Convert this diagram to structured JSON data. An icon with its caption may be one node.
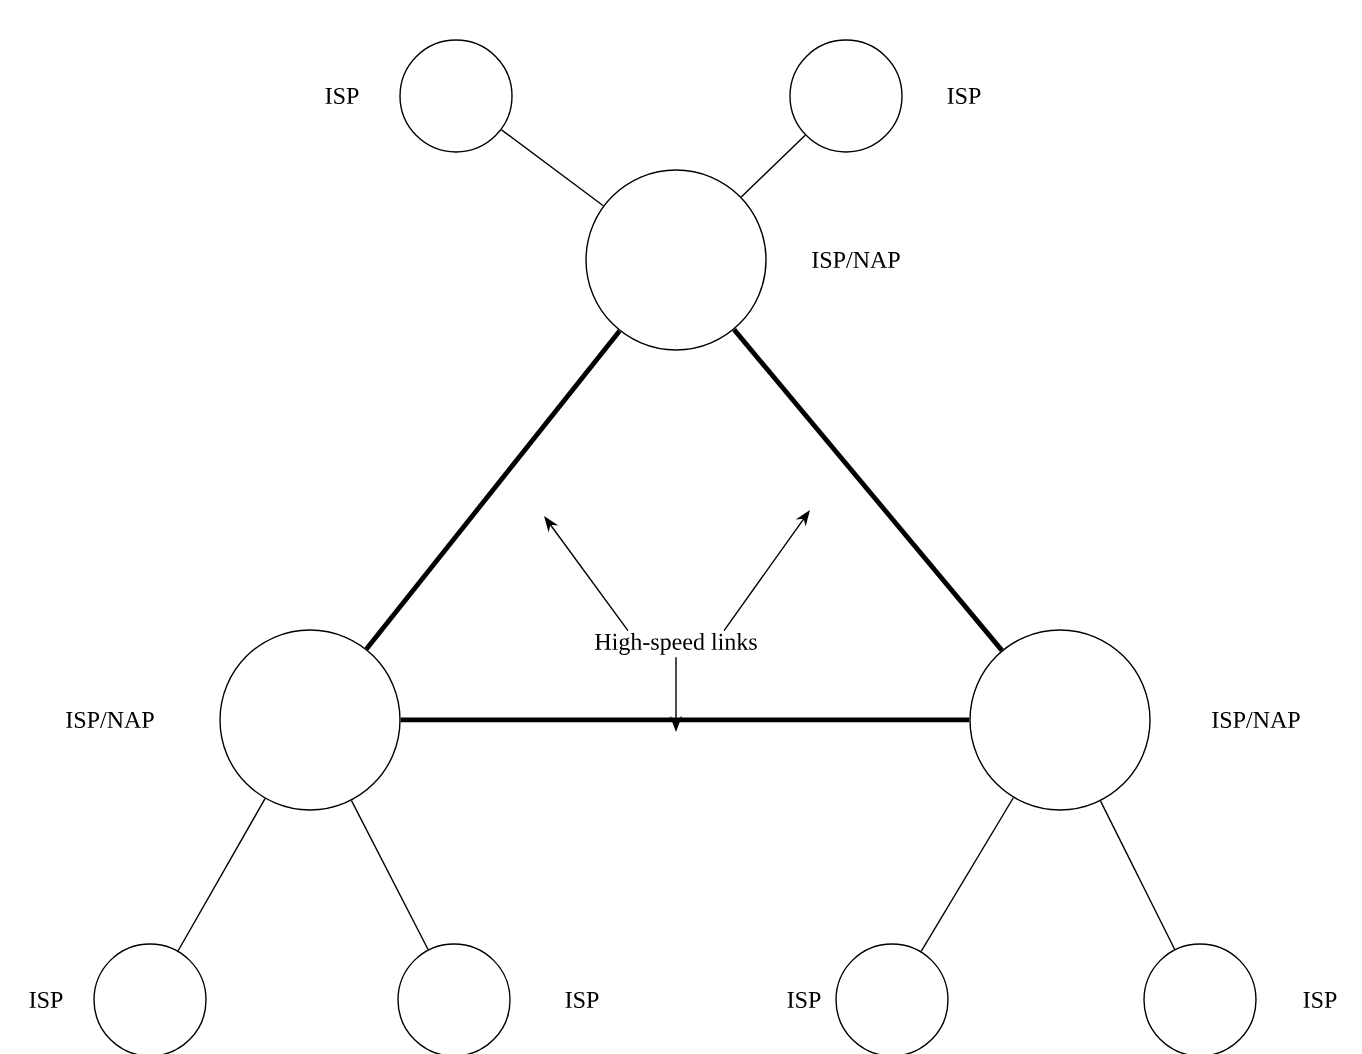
{
  "diagram": {
    "nodes": [
      {
        "text": [],
        "shape": "circle",
        "beside": [
          "ISP"
        ]
      },
      {
        "text": [],
        "shape": "circle",
        "beside": [
          "ISP"
        ]
      },
      {
        "text": [],
        "shape": "circle",
        "beside": [
          "ISP/NAP"
        ]
      },
      {
        "text": [],
        "shape": "circle",
        "beside": [
          "ISP/NAP"
        ]
      },
      {
        "text": [],
        "shape": "circle",
        "beside": [
          "ISP/NAP"
        ]
      },
      {
        "text": [
          "High-speed links"
        ]
      },
      {
        "text": [],
        "shape": "circle",
        "beside": [
          "ISP"
        ]
      },
      {
        "text": [],
        "shape": "circle",
        "beside": [
          "ISP"
        ]
      },
      {
        "text": [],
        "shape": "circle",
        "beside": [
          "ISP"
        ]
      },
      {
        "text": [],
        "shape": "circle",
        "beside": [
          "ISP"
        ]
      }
    ],
    "edges": [
      {
        "from": 0,
        "to": 2,
        "arrow": "none"
      },
      {
        "from": 1,
        "to": 2,
        "arrow": "none"
      },
      {
        "from": 2,
        "to": 3,
        "arrow": "none",
        "style": "thick"
      },
      {
        "from": 2,
        "to": 4,
        "arrow": "none",
        "style": "thick"
      },
      {
        "from": 3,
        "to": 4,
        "arrow": "none",
        "style": "thick"
      },
      {
        "from": 3,
        "to": 6,
        "arrow": "none"
      },
      {
        "from": 3,
        "to": 7,
        "arrow": "none"
      },
      {
        "from": 4,
        "to": 8,
        "arrow": "none"
      },
      {
        "from": 4,
        "to": 9,
        "arrow": "none"
      },
      {
        "from": 5,
        "to": null,
        "arrow": "to"
      },
      {
        "from": 5,
        "to": null,
        "arrow": "to"
      },
      {
        "from": 5,
        "to": null,
        "arrow": "to"
      }
    ]
  }
}
